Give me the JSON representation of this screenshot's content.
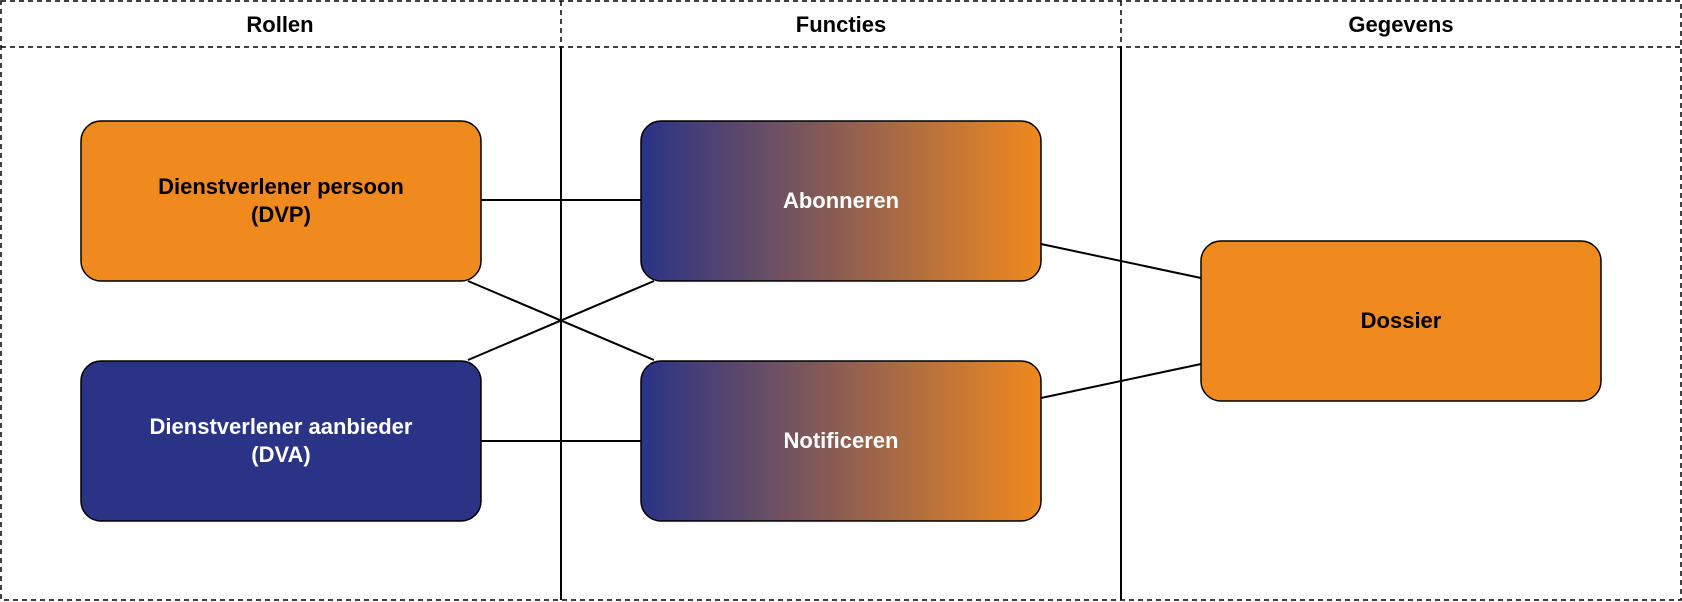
{
  "lanes": [
    {
      "id": "rollen",
      "title": "Rollen"
    },
    {
      "id": "functies",
      "title": "Functies"
    },
    {
      "id": "gegevens",
      "title": "Gegevens"
    }
  ],
  "nodes": {
    "dvp": {
      "lines": [
        "Dienstverlener persoon",
        "(DVP)"
      ]
    },
    "dva": {
      "lines": [
        "Dienstverlener aanbieder",
        "(DVA)"
      ]
    },
    "abonneren": {
      "lines": [
        "Abonneren"
      ]
    },
    "notificeren": {
      "lines": [
        "Notificeren"
      ]
    },
    "dossier": {
      "lines": [
        "Dossier"
      ]
    }
  },
  "edges": [
    {
      "from": "dvp",
      "to": "abonneren"
    },
    {
      "from": "dvp",
      "to": "notificeren"
    },
    {
      "from": "dva",
      "to": "abonneren"
    },
    {
      "from": "dva",
      "to": "notificeren"
    },
    {
      "from": "abonneren",
      "to": "dossier"
    },
    {
      "from": "notificeren",
      "to": "dossier"
    }
  ],
  "colors": {
    "orange": "#F0891E",
    "navy": "#2A3386",
    "stroke": "#000000",
    "text_dark": "#000000",
    "text_light": "#FFFFFF"
  }
}
